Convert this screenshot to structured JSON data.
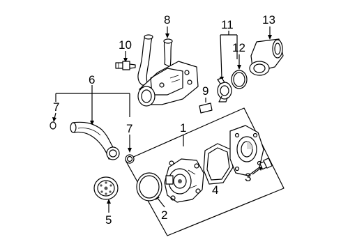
{
  "callouts": [
    {
      "id": "1",
      "text": "1"
    },
    {
      "id": "2",
      "text": "2"
    },
    {
      "id": "3",
      "text": "3"
    },
    {
      "id": "4",
      "text": "4"
    },
    {
      "id": "5",
      "text": "5"
    },
    {
      "id": "6",
      "text": "6"
    },
    {
      "id": "7a",
      "text": "7"
    },
    {
      "id": "7b",
      "text": "7"
    },
    {
      "id": "8",
      "text": "8"
    },
    {
      "id": "9",
      "text": "9"
    },
    {
      "id": "10",
      "text": "10"
    },
    {
      "id": "11",
      "text": "11"
    },
    {
      "id": "12",
      "text": "12"
    },
    {
      "id": "13",
      "text": "13"
    }
  ],
  "colors": {
    "line": "#000000",
    "background": "#ffffff",
    "shade": "#d9d9d9"
  }
}
